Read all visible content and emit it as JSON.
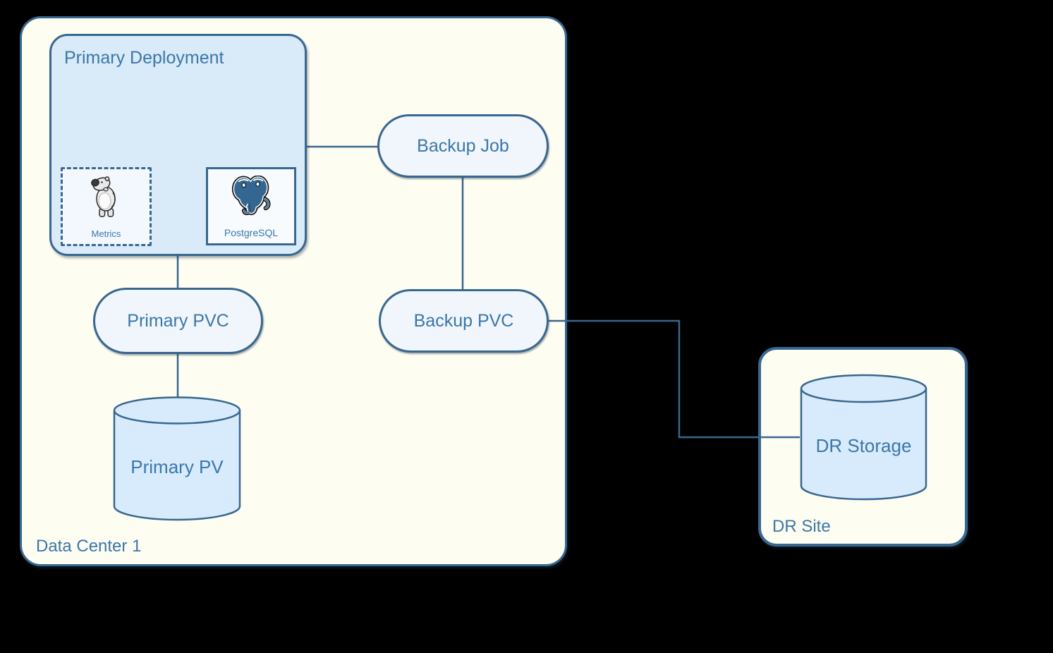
{
  "diagram": {
    "containers": {
      "data_center": {
        "label": "Data Center 1"
      },
      "dr_site": {
        "label": "DR Site"
      }
    },
    "nodes": {
      "primary_deployment": {
        "label": "Primary Deployment",
        "type": "group"
      },
      "metrics": {
        "label": "Metrics",
        "icon": "hippo-mascot-icon",
        "border_style": "dashed"
      },
      "postgresql": {
        "label": "PostgreSQL",
        "icon": "postgresql-elephant-icon"
      },
      "backup_job": {
        "label": "Backup Job",
        "shape": "pill"
      },
      "primary_pvc": {
        "label": "Primary PVC",
        "shape": "pill"
      },
      "backup_pvc": {
        "label": "Backup PVC",
        "shape": "pill"
      },
      "primary_pv": {
        "label": "Primary PV",
        "shape": "cylinder"
      },
      "dr_storage": {
        "label": "DR Storage",
        "shape": "cylinder"
      }
    },
    "edges": [
      {
        "from": "primary_deployment",
        "to": "backup_job"
      },
      {
        "from": "backup_job",
        "to": "backup_pvc"
      },
      {
        "from": "primary_deployment",
        "to": "primary_pvc"
      },
      {
        "from": "primary_pvc",
        "to": "primary_pv"
      },
      {
        "from": "backup_pvc",
        "to": "dr_storage"
      }
    ],
    "colors": {
      "stroke": "#39678F",
      "text": "#3B77AA",
      "container_fill": "#FDFDF1",
      "deployment_fill": "#D9EAF9",
      "pill_fill": "#F0F6FB",
      "cylinder_fill": "#D8EBFC",
      "metrics_fill": "#F2F8FD",
      "postgresql_fill": "#F7FBFE",
      "postgresql_logo_blue": "#336791",
      "background": "#000000"
    }
  }
}
